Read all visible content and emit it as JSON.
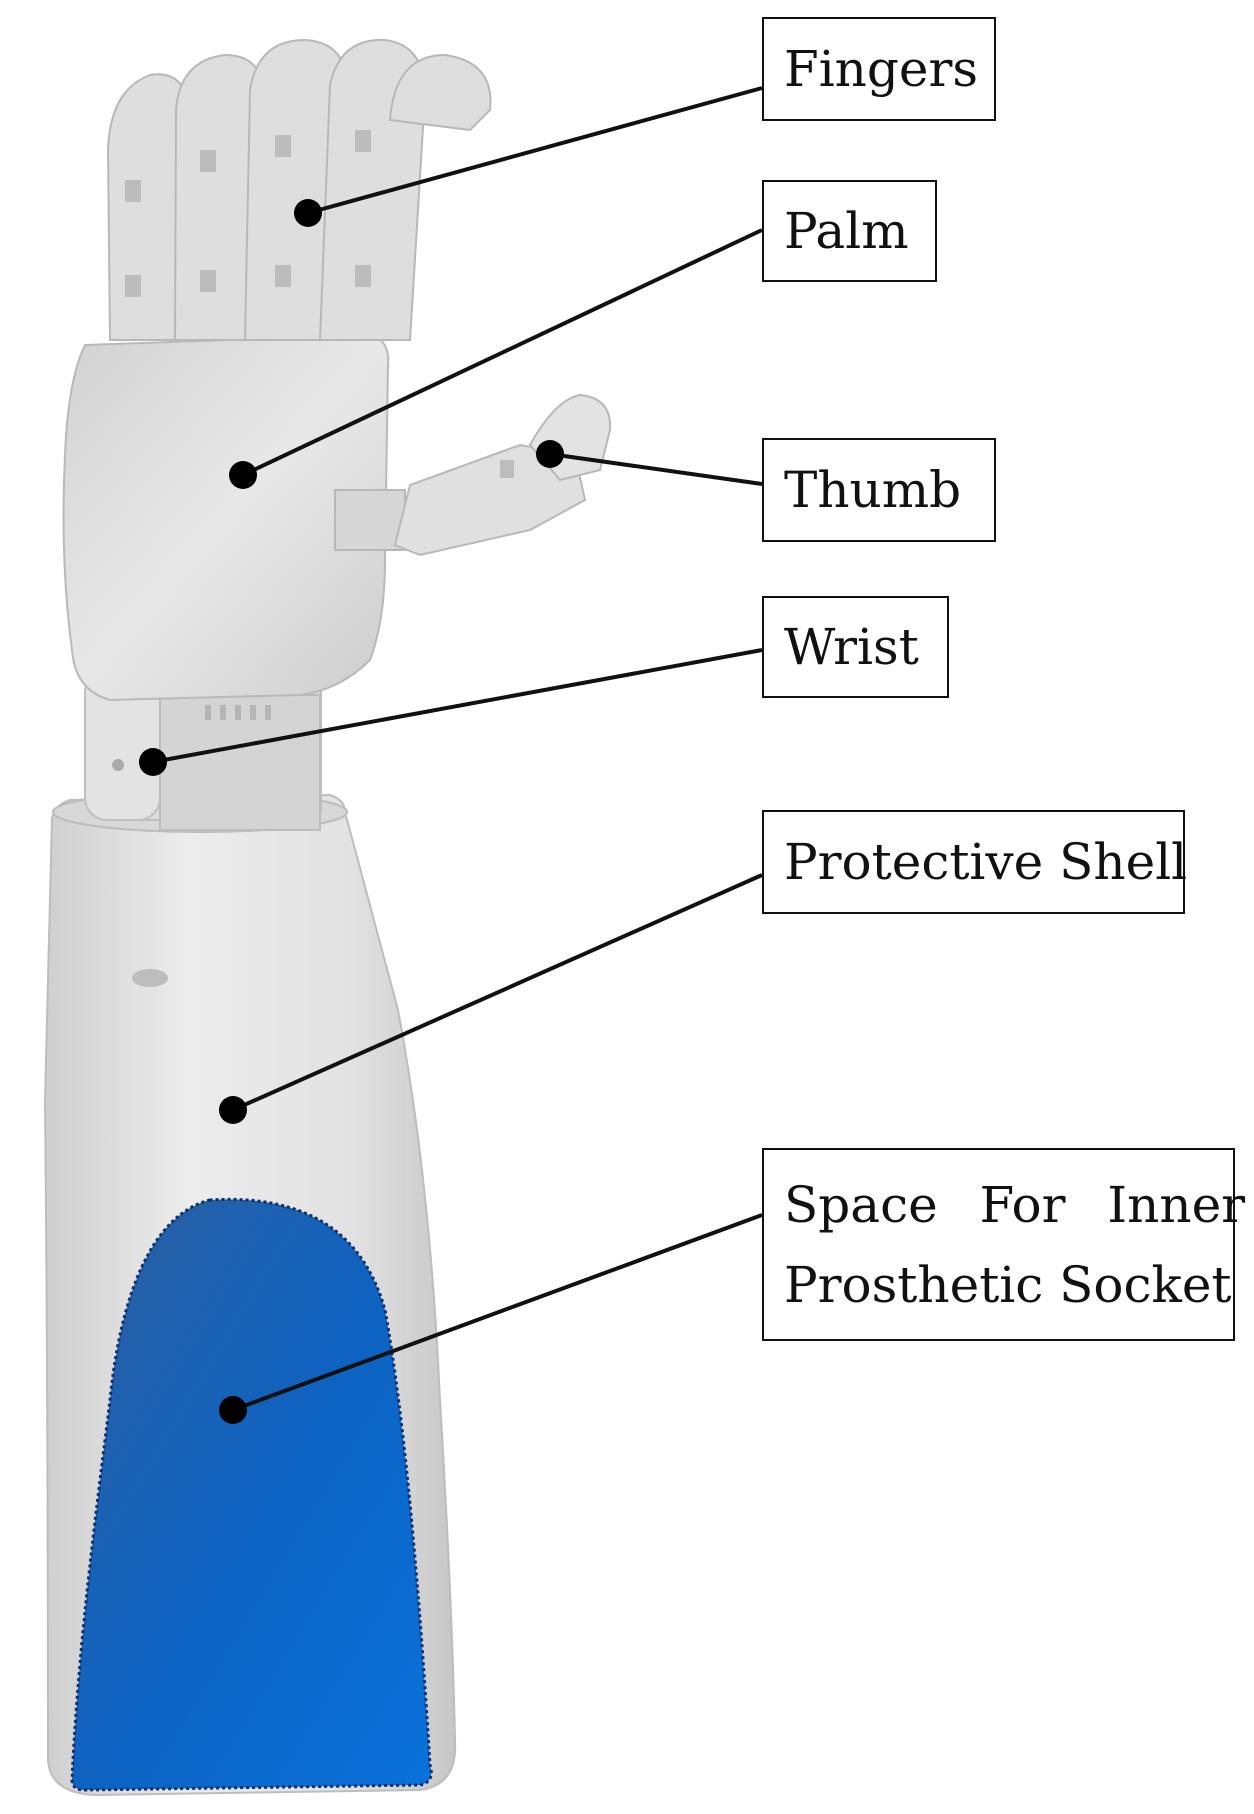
{
  "diagram": {
    "labels": {
      "fingers": "Fingers",
      "palm": "Palm",
      "thumb": "Thumb",
      "wrist": "Wrist",
      "shell": "Protective Shell",
      "socket_line1": "Space For Inner",
      "socket_line2": "Prosthetic Socket"
    },
    "colors": {
      "shell": "#e4e4e4",
      "shell_shadow": "#c9c9c9",
      "socket_dark": "#1f5ea8",
      "socket_light": "#0a6fd6",
      "leader": "#111111"
    },
    "icons": [
      "prosthetic-arm-illustration"
    ]
  }
}
